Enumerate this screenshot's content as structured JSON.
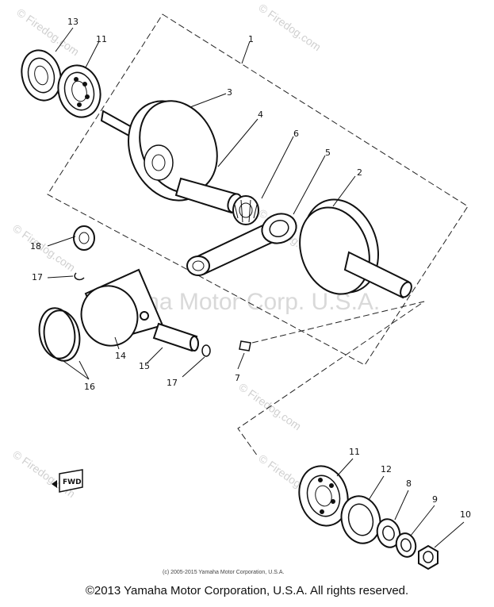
{
  "watermarks": {
    "site": "© Firedog.com",
    "center": "Yamaha Motor Corp. U.S.A."
  },
  "small_copyright": "(c) 2005-2015 Yamaha Motor Corporation, U.S.A.",
  "footer_copyright": "©2013 Yamaha Motor Corporation, U.S.A. All rights reserved.",
  "fwd_label": "FWD",
  "callouts": {
    "c1": "1",
    "c2": "2",
    "c3": "3",
    "c4": "4",
    "c5": "5",
    "c6": "6",
    "c7": "7",
    "c8": "8",
    "c9": "9",
    "c10": "10",
    "c11a": "11",
    "c11b": "11",
    "c12": "12",
    "c13": "13",
    "c14": "14",
    "c15": "15",
    "c16": "16",
    "c17a": "17",
    "c17b": "17",
    "c18": "18"
  }
}
